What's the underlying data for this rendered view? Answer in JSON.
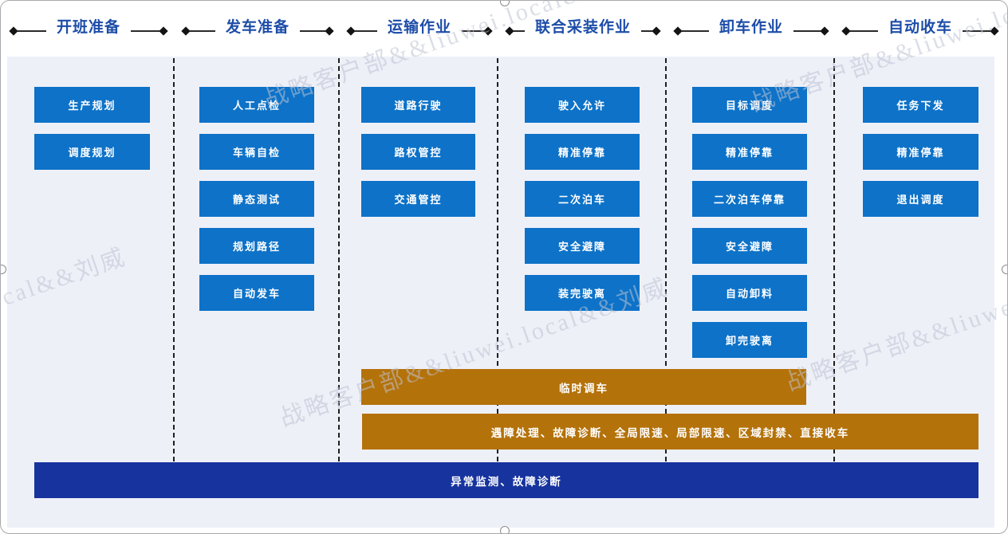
{
  "watermark": {
    "text": "战略客户部&&liuwei.local&&刘威"
  },
  "phases": [
    {
      "title": "开班准备",
      "items": [
        "生产规划",
        "调度规划"
      ]
    },
    {
      "title": "发车准备",
      "items": [
        "人工点检",
        "车辆自检",
        "静态测试",
        "规划路径",
        "自动发车"
      ]
    },
    {
      "title": "运输作业",
      "items": [
        "道路行驶",
        "路权管控",
        "交通管控"
      ]
    },
    {
      "title": "联合采装作业",
      "items": [
        "驶入允许",
        "精准停靠",
        "二次泊车",
        "安全避障",
        "装完驶离"
      ]
    },
    {
      "title": "卸车作业",
      "items": [
        "目标调度",
        "精准停靠",
        "二次泊车停靠",
        "安全避障",
        "自动卸料",
        "卸完驶离"
      ]
    },
    {
      "title": "自动收车",
      "items": [
        "任务下发",
        "精准停靠",
        "退出调度"
      ]
    }
  ],
  "bars": [
    {
      "label": "临时调车"
    },
    {
      "label": "遇障处理、故障诊断、全局限速、局部限速、区域封禁、直接收车"
    },
    {
      "label": "异常监测、故障诊断"
    }
  ],
  "colors": {
    "task_box_blue": "#0d72c8",
    "bar_orange": "#b4720a",
    "bar_navy": "#17339e",
    "phase_title_blue": "#1d4da8",
    "content_background": "#eef0f8"
  }
}
